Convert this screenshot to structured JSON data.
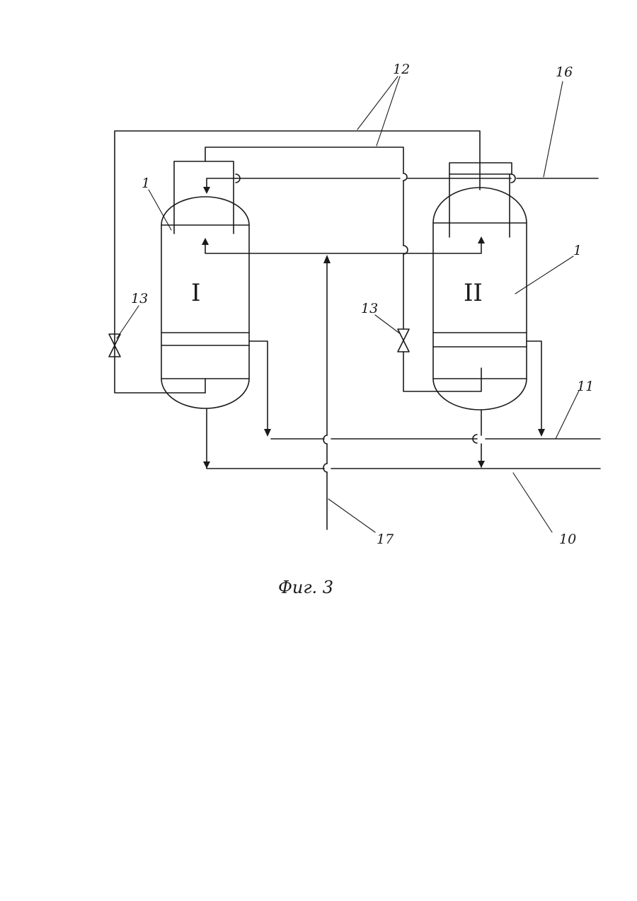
{
  "diagram": {
    "caption": "Фиг. 3",
    "vessels": [
      {
        "id": "vessel-1",
        "roman": "I",
        "ref": "1"
      },
      {
        "id": "vessel-2",
        "roman": "II",
        "ref": "1"
      }
    ],
    "labels": {
      "ref_12": "12",
      "ref_16": "16",
      "ref_13_left": "13",
      "ref_13_right": "13",
      "ref_11": "11",
      "ref_10": "10",
      "ref_17": "17"
    }
  }
}
